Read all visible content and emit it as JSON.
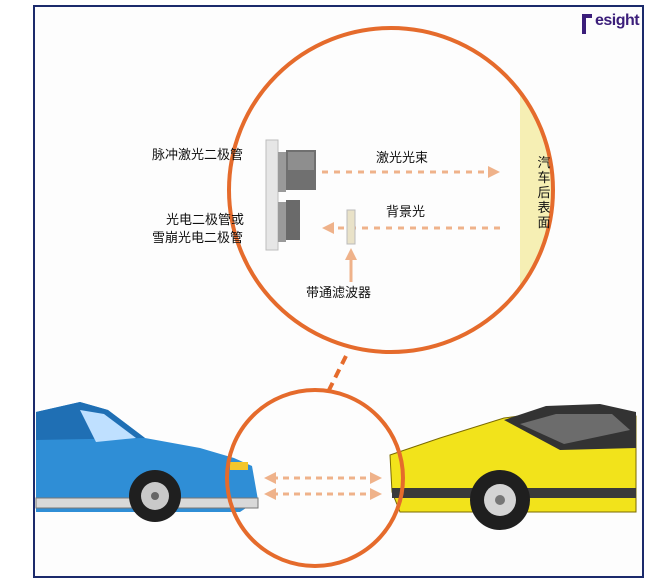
{
  "logo": {
    "text": "esight",
    "icon": "lens-logo-icon"
  },
  "labels": {
    "pulse_diode": "脉冲激光二极管",
    "photodiode_line1": "光电二极管或",
    "photodiode_line2": "雪崩光电二极管",
    "laser_beam": "激光光束",
    "background_light": "背景光",
    "bandpass_filter": "带通滤波器",
    "car_surface": "汽车后表面"
  },
  "colors": {
    "circle": "#e56b2c",
    "arrow": "#efb28a",
    "car_left": "#2f8ed6",
    "car_right": "#f2e31b",
    "target_surface": "#f6efb4",
    "frame": "#1b2a6b"
  }
}
